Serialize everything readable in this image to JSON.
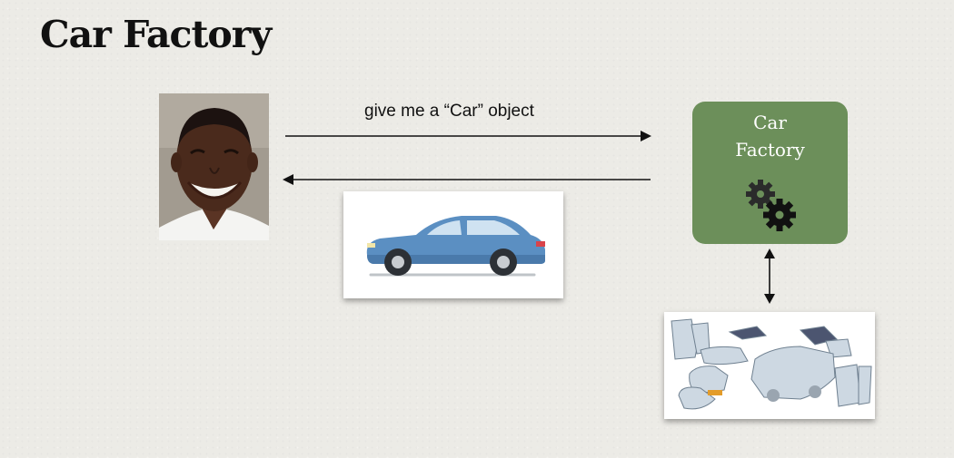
{
  "slide": {
    "title": "Car Factory"
  },
  "diagram": {
    "request_label": "give me a “Car” object",
    "factory": {
      "line1": "Car",
      "line2": "Factory",
      "color": "#6c8f5a"
    },
    "icons": {
      "person": "person-photo",
      "car": "car-icon",
      "gears": "gears-icon",
      "parts": "car-parts-icon"
    }
  }
}
